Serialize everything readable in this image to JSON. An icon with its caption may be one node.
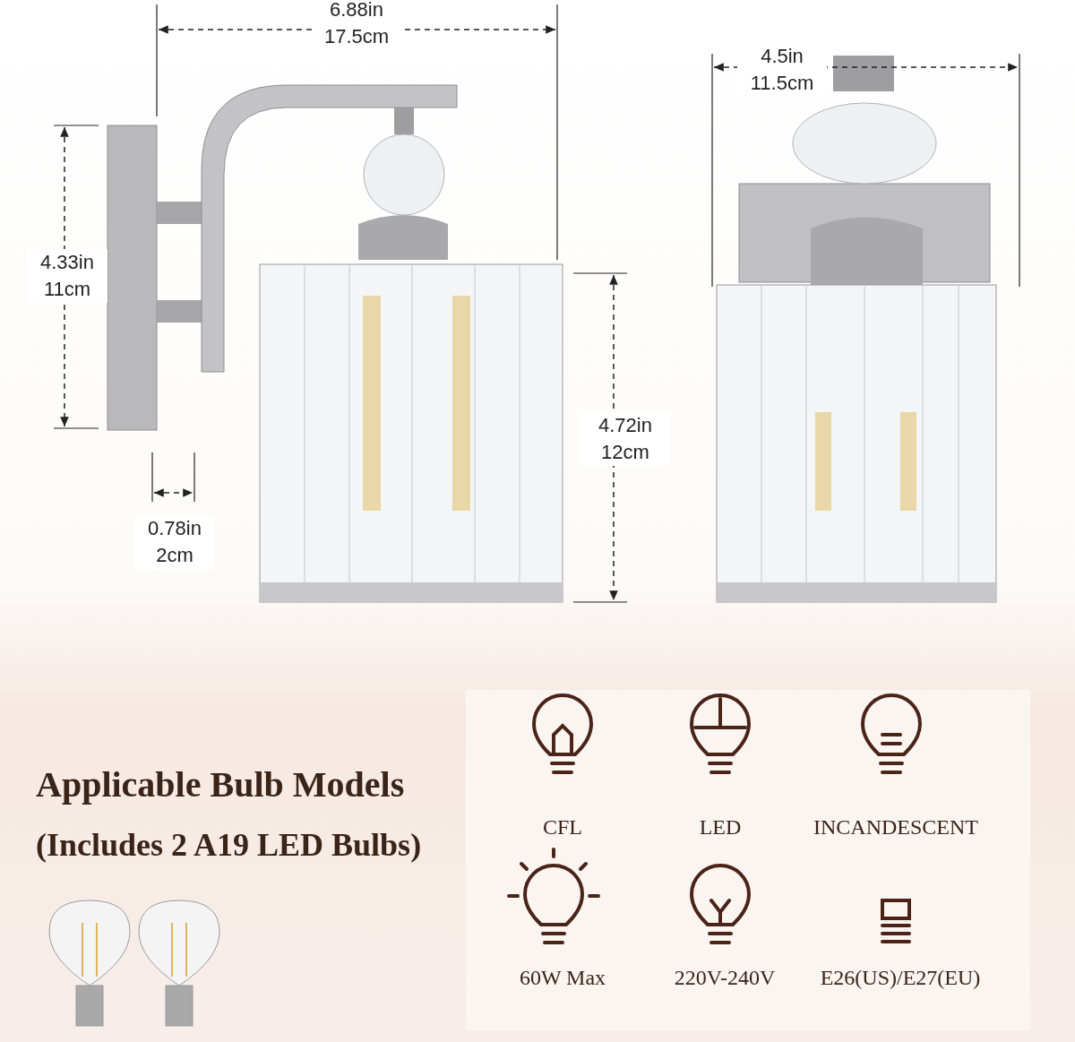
{
  "diagram": {
    "labels": [
      "6.88in 17.5cm",
      "4.5in 11.5cm",
      "4.33in 11cm",
      "4.72in 12cm",
      "0.78in 2cm",
      "Applicable Bulb Models",
      "(Includes 2 A19 LED Bulbs)",
      "CFL",
      "LED",
      "INCANDESCENT",
      "60W Max",
      "220V-240V",
      "E26(US)/E27(EU)"
    ]
  }
}
